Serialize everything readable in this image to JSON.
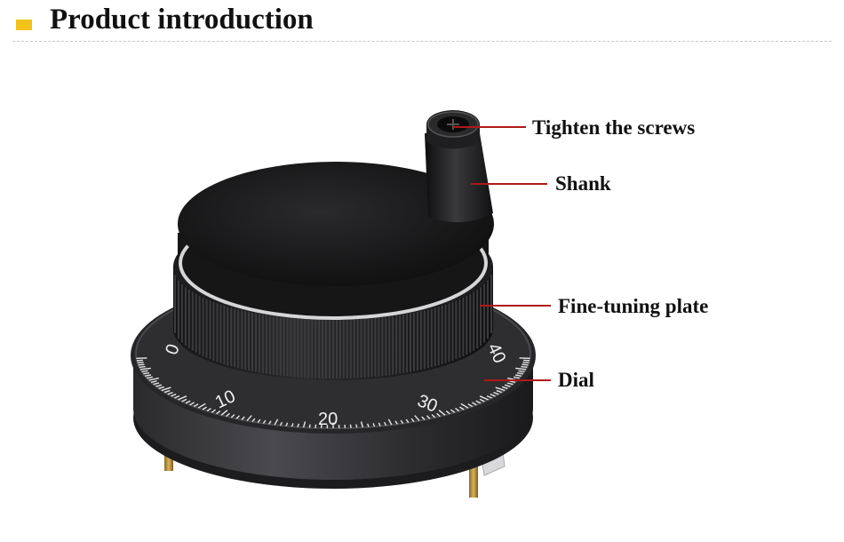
{
  "header": {
    "title": "Product introduction",
    "bullet_color": "#f2c21a"
  },
  "callouts": {
    "tighten_screws": "Tighten the screws",
    "shank": "Shank",
    "fine_tuning_plate": "Fine-tuning plate",
    "dial": "Dial"
  },
  "dial_scale": {
    "labels": [
      "0",
      "10",
      "20",
      "30",
      "40"
    ]
  },
  "colors": {
    "leader_line": "#b01818",
    "accent": "#f2c21a"
  }
}
